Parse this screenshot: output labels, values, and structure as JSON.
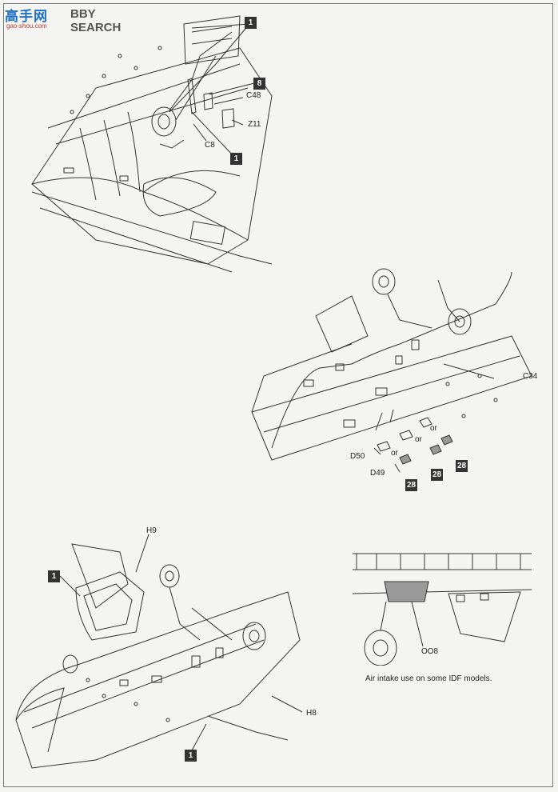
{
  "watermark": {
    "brand": "高手网",
    "search_text": "BBY SEARCH",
    "url": "gao-shou.com"
  },
  "callouts": {
    "top": {
      "c1a": "1",
      "c8": "8",
      "c1b": "1"
    },
    "middle": {
      "c28a": "28",
      "c28b": "28",
      "c28c": "28"
    },
    "bottom": {
      "c1a": "1",
      "c1b": "1"
    }
  },
  "labels": {
    "c48": "C48",
    "z11": "Z11",
    "c8": "C8",
    "c34": "C34",
    "or1": "or",
    "or2": "or",
    "or3": "or",
    "d50": "D50",
    "d49": "D49",
    "h9": "H9",
    "h8": "H8",
    "oo8": "OO8"
  },
  "inset": {
    "caption": "Air intake use on some IDF models."
  },
  "colors": {
    "ink": "#333333",
    "paper": "#f4f4f2",
    "callout_bg": "#333333",
    "watermark_blue": "#1e6fc0",
    "watermark_red": "#c0392b",
    "shade": "#9a9a9a"
  }
}
